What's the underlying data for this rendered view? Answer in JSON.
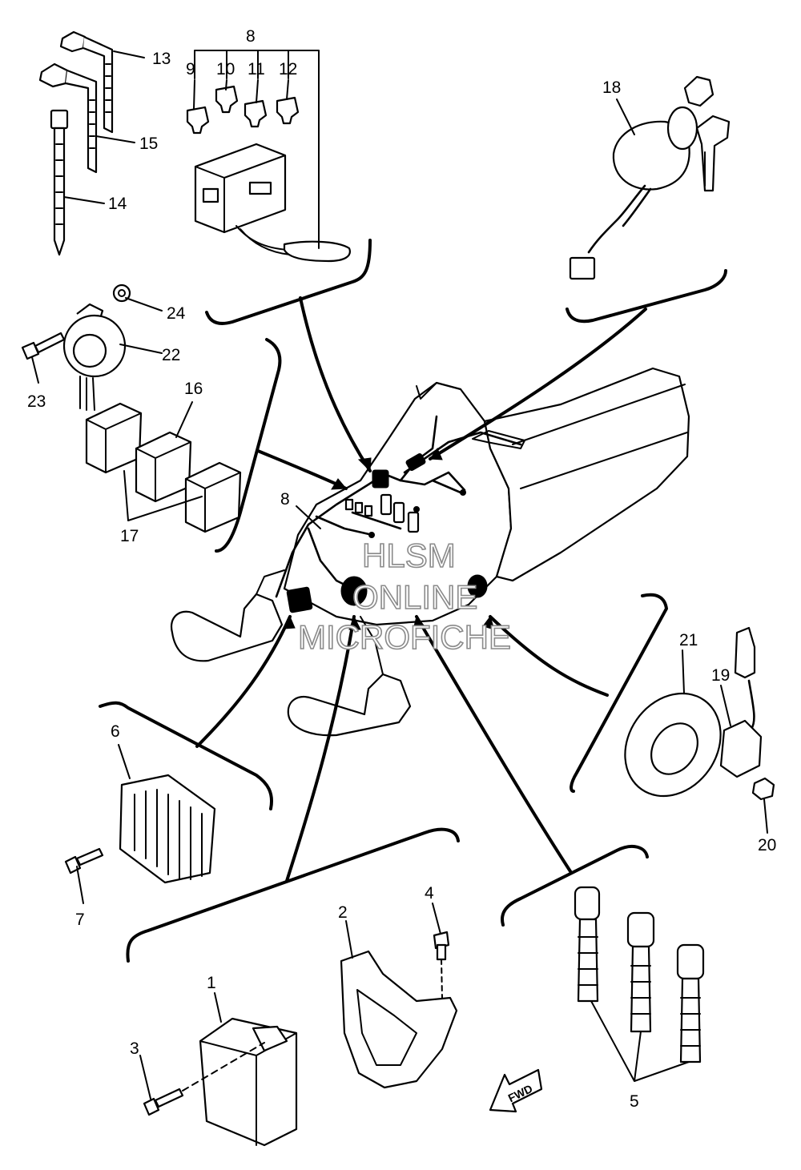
{
  "watermark": {
    "line1": "HLSM",
    "line2": "ONLINE",
    "line3": "MICROFICHE"
  },
  "direction_arrow_label": "FWD",
  "callouts": {
    "c1": "1",
    "c2": "2",
    "c3": "3",
    "c4": "4",
    "c5": "5",
    "c6": "6",
    "c7": "7",
    "c8_top": "8",
    "c8_main": "8",
    "c9": "9",
    "c10": "10",
    "c11": "11",
    "c12": "12",
    "c13": "13",
    "c14": "14",
    "c15": "15",
    "c16": "16",
    "c17": "17",
    "c18": "18",
    "c19": "19",
    "c20": "20",
    "c21": "21",
    "c22": "22",
    "c23": "23",
    "c24": "24"
  }
}
